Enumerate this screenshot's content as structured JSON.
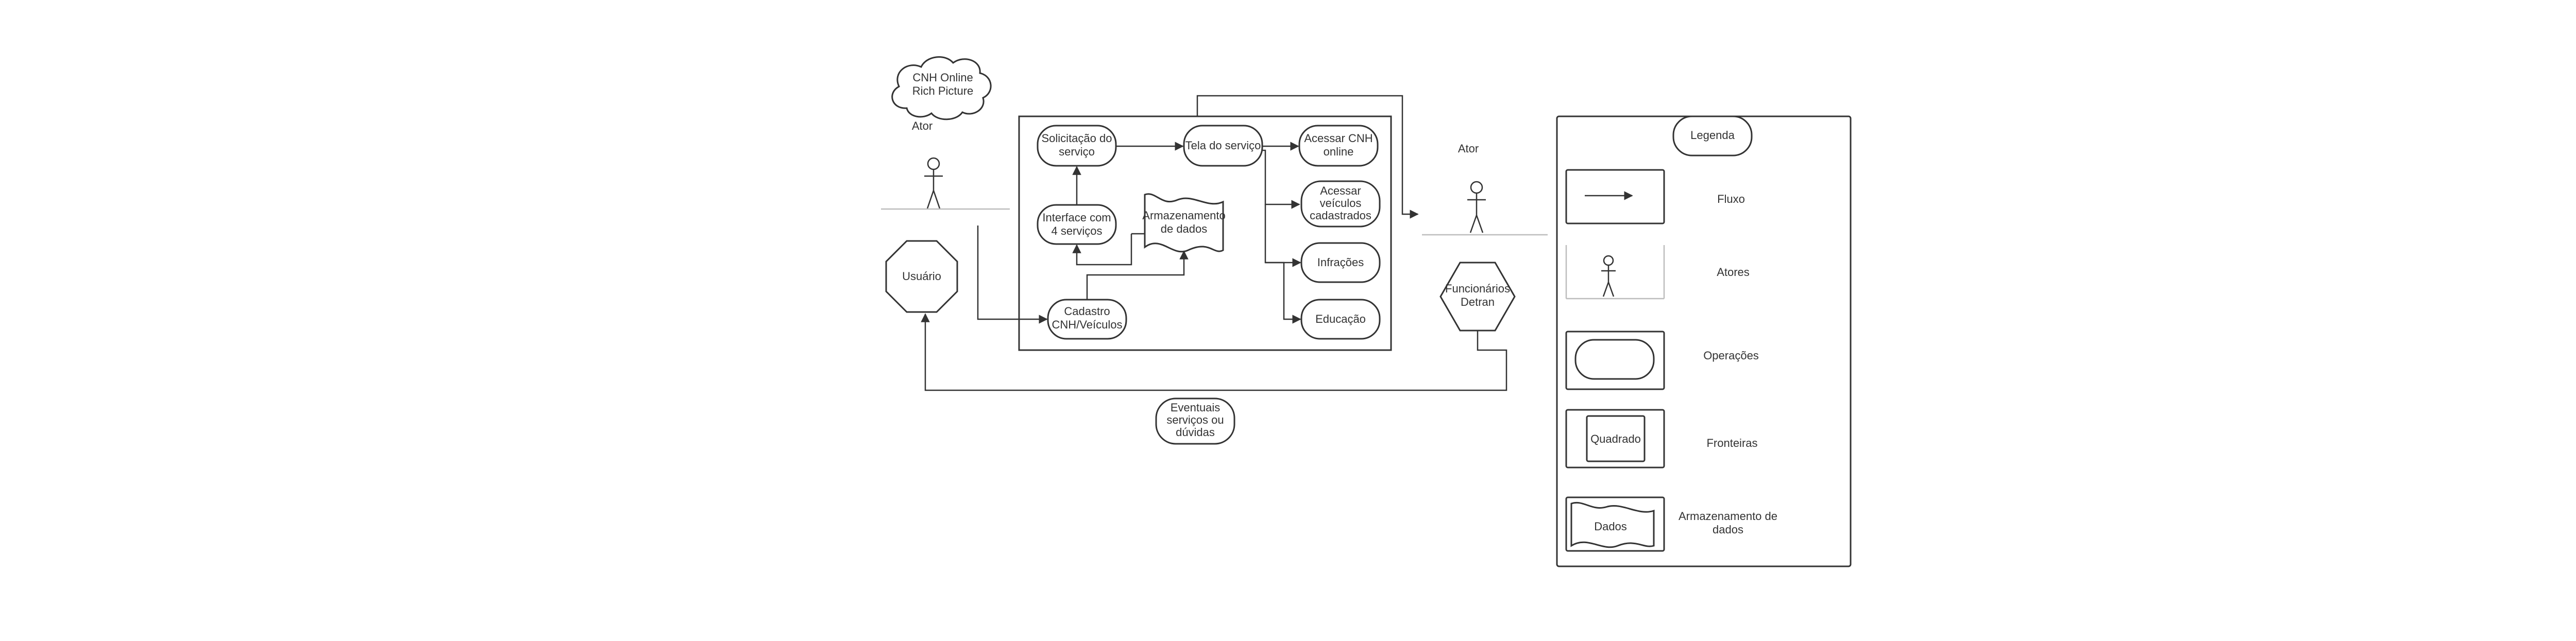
{
  "cloud": {
    "line1": "CNH Online",
    "line2": "Rich Picture"
  },
  "actor_left": {
    "label": "Ator"
  },
  "usuario": {
    "label": "Usuário"
  },
  "process": {
    "solicitacao": {
      "line1": "Solicitação do",
      "line2": "serviço"
    },
    "tela": {
      "label": "Tela do serviço"
    },
    "interface": {
      "line1": "Interface com",
      "line2": "4 serviços"
    },
    "armazenamento": {
      "line1": "Armazenamento",
      "line2": "de dados"
    },
    "cadastro": {
      "line1": "Cadastro",
      "line2": "CNH/Veículos"
    },
    "acessar_cnh": {
      "line1": "Acessar CNH",
      "line2": "online"
    },
    "acessar_veiculos": {
      "line1": "Acessar",
      "line2": "veículos",
      "line3": "cadastrados"
    },
    "infracoes": {
      "label": "Infrações"
    },
    "educacao": {
      "label": "Educação"
    }
  },
  "actor_right": {
    "label": "Ator"
  },
  "funcionarios": {
    "line1": "Funcionários",
    "line2": "Detran"
  },
  "eventuais": {
    "line1": "Eventuais",
    "line2": "serviços ou",
    "line3": "dúvidas"
  },
  "legend": {
    "title": "Legenda",
    "fluxo": "Fluxo",
    "atores": "Atores",
    "operacoes": "Operações",
    "fronteiras": "Fronteiras",
    "quadrado": "Quadrado",
    "armazenamento_line1": "Armazenamento de",
    "armazenamento_line2": "dados",
    "dados": "Dados"
  }
}
